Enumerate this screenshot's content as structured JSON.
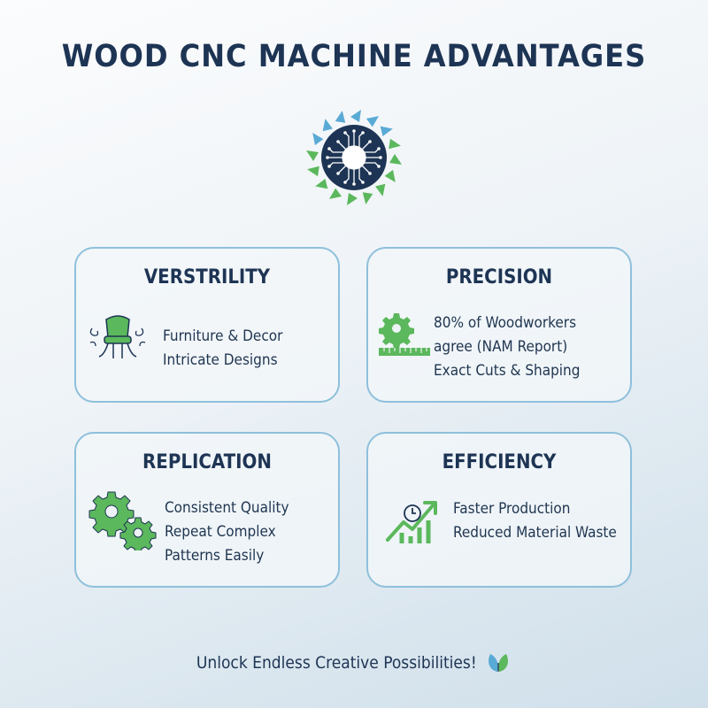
{
  "title": "WOOD CNC MACHINE ADVANTAGES",
  "cards": [
    {
      "title": "VERSTRILITY",
      "lines": [
        "Furniture & Decor",
        "Intricate Designs"
      ],
      "icon": "chair-icon"
    },
    {
      "title": "PRECISION",
      "lines": [
        "80% of Woodworkers",
        "agree (NAM Report)",
        "Exact Cuts & Shaping"
      ],
      "icon": "gear-ruler-icon"
    },
    {
      "title": "REPLICATION",
      "lines": [
        "Consistent Quality",
        "Repeat Complex",
        "Patterns Easily"
      ],
      "icon": "gears-icon"
    },
    {
      "title": "EFFICIENCY",
      "lines": [
        "Faster Production",
        "Reduced Material Waste"
      ],
      "icon": "growth-chart-icon"
    }
  ],
  "footer": "Unlock Endless Creative Possibilities!",
  "colors": {
    "navy": "#1d3454",
    "green": "#5bb85c",
    "blue": "#5aaad6",
    "border": "#8ec0db"
  }
}
